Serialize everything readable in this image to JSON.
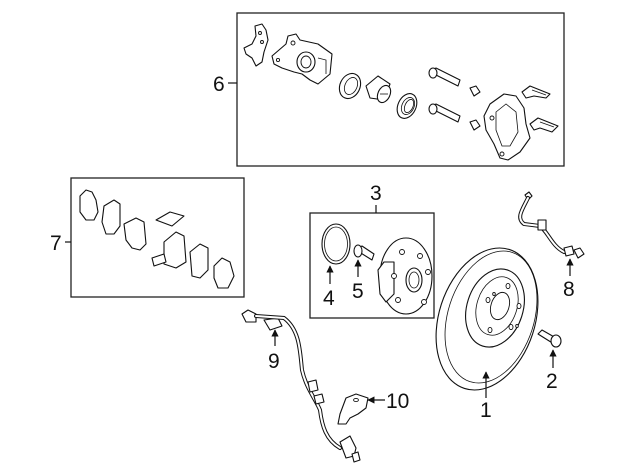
{
  "diagram": {
    "title": "Rear brake components exploded view",
    "callouts": [
      {
        "id": "1",
        "label": "1",
        "part": "brake-rotor"
      },
      {
        "id": "2",
        "label": "2",
        "part": "rotor-screw"
      },
      {
        "id": "3",
        "label": "3",
        "part": "hub-and-bearing-assembly"
      },
      {
        "id": "4",
        "label": "4",
        "part": "o-ring"
      },
      {
        "id": "5",
        "label": "5",
        "part": "wheel-stud"
      },
      {
        "id": "6",
        "label": "6",
        "part": "caliper-assembly"
      },
      {
        "id": "7",
        "label": "7",
        "part": "brake-pads-kit"
      },
      {
        "id": "8",
        "label": "8",
        "part": "brake-hose"
      },
      {
        "id": "9",
        "label": "9",
        "part": "abs-sensor"
      },
      {
        "id": "10",
        "label": "10",
        "part": "sensor-bracket"
      }
    ]
  }
}
